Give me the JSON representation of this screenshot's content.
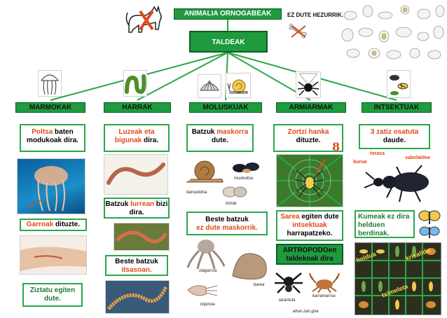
{
  "title": "ANIMALIA ORNOGABEAK",
  "subtitle": "TALDEAK",
  "not_these": "EZ DUTE HEZURRIK.",
  "categories": [
    {
      "name": "MARMOKAK"
    },
    {
      "name": "HARRAK"
    },
    {
      "name": "MOLUSKUAK"
    },
    {
      "name": "ARMIARMAK"
    },
    {
      "name": "INTSEKTUAK"
    }
  ],
  "marmokak": {
    "desc_hl": "Poltsa",
    "desc_rest": " baten modukoak dira.",
    "garroak_hl": "Garroak",
    "garroak_rest": " dituzte.",
    "ziztatu": "Ziztatu egiten dute."
  },
  "harrak": {
    "desc_hl": "Luzeak eta bigunak",
    "desc_rest": " dira.",
    "lurrean_pre": "Batzuk ",
    "lurrean_hl": "lurrean",
    "lurrean_rest": " bizi dira.",
    "itsasoan_pre": "Beste batzuk ",
    "itsasoan_hl": "itsasoan."
  },
  "moluskuak": {
    "desc_pre": "Batzuk ",
    "desc_hl": "maskorra",
    "desc_rest": " dute.",
    "ez_pre": "Beste batzuk ",
    "ez_hl": "ez dute maskorrik.",
    "labels": {
      "barraskiloa": "barraskiloa",
      "muskuiloa": "muskuiloa",
      "txirlak": "txirlak",
      "olagarroa": "olagarroa",
      "txipiroia": "txipiroia",
      "barea": "barea"
    }
  },
  "armiarmak": {
    "desc_hl": "Zortzi hanka",
    "desc_rest": " dituzte.",
    "eight": "8",
    "sarea_hl": "Sarea",
    "sarea_mid": " egiten dute ",
    "sarea_hl2": "intsektuak",
    "sarea_rest": " harrapatzeko.",
    "artropodo": "ARTROPODOen taldekoak dira",
    "labels": {
      "tarantula": "tarantula",
      "karramarroa": "karramarroa",
      "ganbak": "ahun.zan.goa"
    }
  },
  "intsektuak": {
    "desc_hl": "3 zatiz osatuta",
    "desc_rest": " daude.",
    "parts": {
      "toraxa": "toraxa",
      "burua": "burua",
      "sabelaldea": "sabelaldea"
    },
    "kumeak": "Kumeak ez dira helduen berdinak.",
    "stages": {
      "heldua": "heldua",
      "krisalida": "krisalida",
      "tximeleta": "tximeleta"
    }
  },
  "colors": {
    "green": "#1f9a3e",
    "orange": "#e0491b",
    "line": "#2aa84a"
  }
}
